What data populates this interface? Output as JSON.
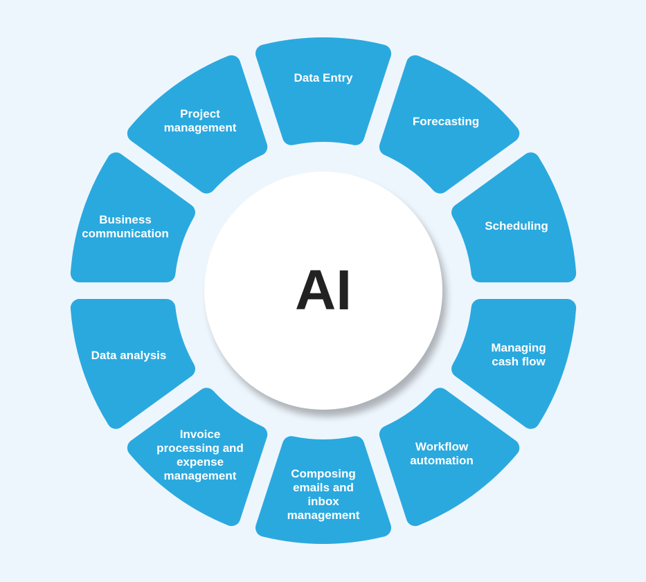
{
  "center_label": "AI",
  "colors": {
    "segment": "#2aa9df",
    "background": "#eef6fd",
    "center": "#ffffff"
  },
  "segments": [
    {
      "label": "Data Entry"
    },
    {
      "label": "Forecasting"
    },
    {
      "label": "Scheduling"
    },
    {
      "label": "Managing\ncash flow"
    },
    {
      "label": "Workflow\nautomation"
    },
    {
      "label": "Composing\nemails and\ninbox\nmanagement"
    },
    {
      "label": "Invoice\nprocessing and\nexpense\nmanagement"
    },
    {
      "label": "Data analysis"
    },
    {
      "label": "Business\ncommunication"
    },
    {
      "label": "Project\nmanagement"
    }
  ]
}
